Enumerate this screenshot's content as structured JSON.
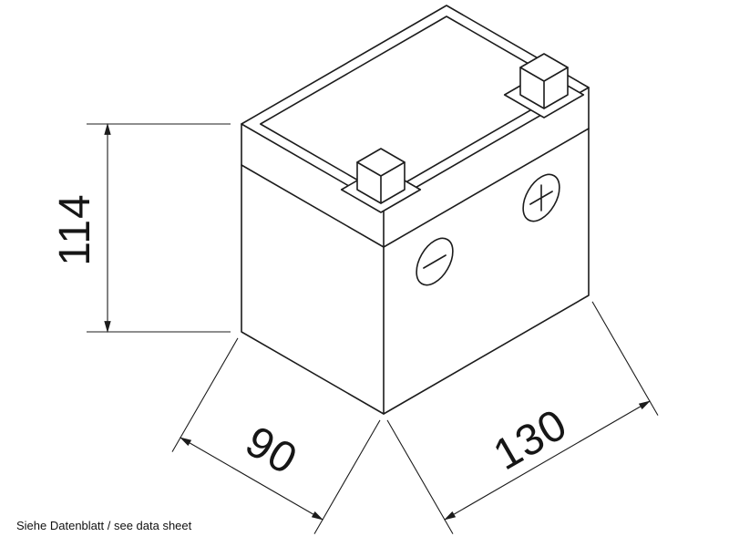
{
  "drawing": {
    "note": "Siehe Datenblatt / see data sheet",
    "dimensions": {
      "height_mm": "114",
      "depth_mm": "90",
      "length_mm": "130"
    },
    "markings": {
      "negative_terminal": "minus-circle",
      "positive_terminal": "plus-circle"
    },
    "colors": {
      "line": "#1c1c1c",
      "background": "#ffffff"
    }
  }
}
